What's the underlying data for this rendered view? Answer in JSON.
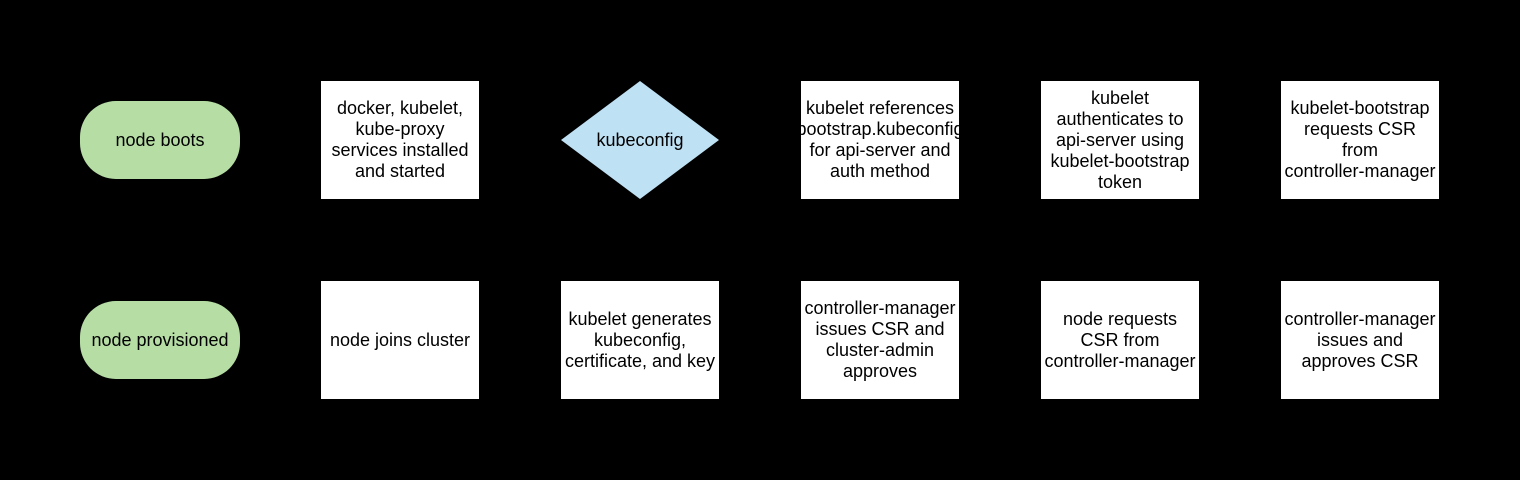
{
  "theme": {
    "background": "#000000",
    "process_fill": "#ffffff",
    "terminator_fill": "#b6dea4",
    "decision_fill": "#bfe1f4",
    "text_color": "#000000"
  },
  "diagram": {
    "description": "kubelet TLS bootstrapping flowchart",
    "nodes": [
      {
        "id": "node-boots",
        "shape": "terminator",
        "label": "node boots"
      },
      {
        "id": "services-installed",
        "shape": "process",
        "label": "docker, kubelet,\nkube-proxy\nservices installed\nand started"
      },
      {
        "id": "kubeconfig-decision",
        "shape": "decision",
        "label": "kubeconfig"
      },
      {
        "id": "kubelet-references-bootstrap",
        "shape": "process",
        "label": "kubelet references\nbootstrap.kubeconfig\nfor api-server and\nauth method"
      },
      {
        "id": "kubelet-authenticates",
        "shape": "process",
        "label": "kubelet\nauthenticates to\napi-server using\nkubelet-bootstrap\ntoken"
      },
      {
        "id": "kubelet-bootstrap-requests-csr",
        "shape": "process",
        "label": "kubelet-bootstrap\nrequests CSR\nfrom\ncontroller-manager"
      },
      {
        "id": "node-provisioned",
        "shape": "terminator",
        "label": "node provisioned"
      },
      {
        "id": "node-joins-cluster",
        "shape": "process",
        "label": "node joins cluster"
      },
      {
        "id": "kubelet-generates",
        "shape": "process",
        "label": "kubelet generates\nkubeconfig,\ncertificate, and key"
      },
      {
        "id": "cm-issues-csr-admin-approves",
        "shape": "process",
        "label": "controller-manager\nissues CSR and\ncluster-admin\napproves"
      },
      {
        "id": "node-requests-csr",
        "shape": "process",
        "label": "node requests\nCSR from\ncontroller-manager"
      },
      {
        "id": "cm-issues-and-approves",
        "shape": "process",
        "label": "controller-manager\nissues and\napproves CSR"
      }
    ]
  }
}
